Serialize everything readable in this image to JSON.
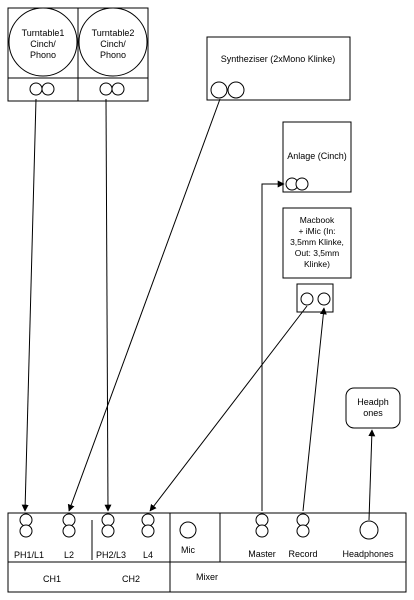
{
  "devices": {
    "turntable1": {
      "label_lines": [
        "Turntable1",
        "Cinch/",
        "Phono"
      ]
    },
    "turntable2": {
      "label_lines": [
        "Turntable2",
        "Cinch/",
        "Phono"
      ]
    },
    "synthesizer": {
      "label": "Syntheziser (2xMono Klinke)"
    },
    "anlage": {
      "label": "Anlage (Cinch)"
    },
    "macbook": {
      "label_lines": [
        "Macbook",
        "+ iMic (In:",
        "3,5mm Klinke,",
        "Out: 3,5mm",
        "Klinke)"
      ]
    },
    "headphones_device": {
      "label_lines": [
        "Headph",
        "ones"
      ]
    }
  },
  "mixer": {
    "title": "Mixer",
    "channels": [
      {
        "label": "PH1/L1"
      },
      {
        "label": "L2"
      },
      {
        "label": "PH2/L3"
      },
      {
        "label": "L4"
      },
      {
        "label": "Mic"
      },
      {
        "label": "Master"
      },
      {
        "label": "Record"
      },
      {
        "label": "Headphones"
      }
    ],
    "groups": [
      {
        "label": "CH1"
      },
      {
        "label": "CH2"
      }
    ]
  }
}
